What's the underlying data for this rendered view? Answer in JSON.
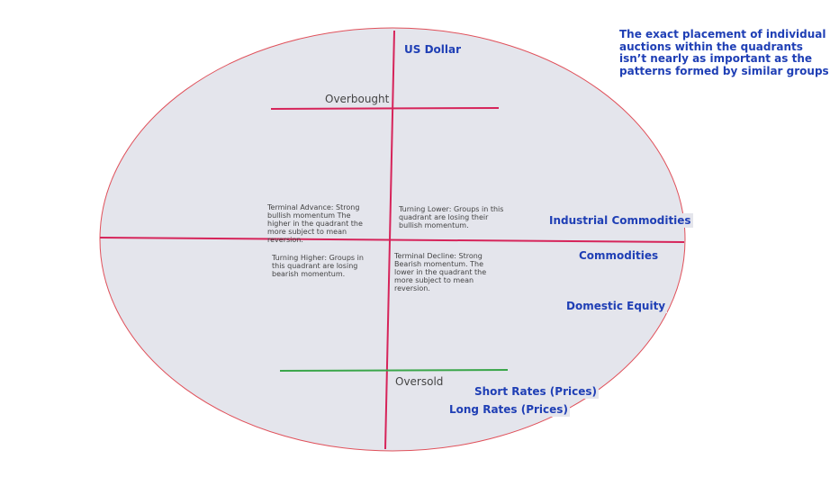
{
  "note": "The exact placement of individual auctions within the quadrants isn’t nearly as important as the patterns formed by similar groups",
  "levels": {
    "top": "Overbought",
    "bottom": "Oversold"
  },
  "quadrants": {
    "upper_left": "Terminal Advance: Strong bullish momentum The higher in the quadrant the more subject to mean reversion.",
    "upper_right": "Turning Lower: Groups in this quadrant are losing their bullish momentum.",
    "lower_left": "Turning Higher: Groups in this quadrant are losing bearish momentum.",
    "lower_right": "Terminal Decline: Strong Bearish momentum. The lower in the quadrant the more subject to mean reversion."
  },
  "assets": {
    "us_dollar": "US Dollar",
    "industrial_commodities": "Industrial Commodities",
    "commodities": "Commodities",
    "domestic_equity": "Domestic Equity",
    "short_rates": "Short Rates (Prices)",
    "long_rates": "Long Rates (Prices)"
  },
  "colors": {
    "ellipse_fill": "#e4e5ec",
    "ellipse_stroke": "#e0505a",
    "axis": "#d6245a",
    "overbought_line": "#d6245a",
    "oversold_line": "#3aa64a",
    "asset_text": "#1f3fb5",
    "body_text": "#444444"
  }
}
